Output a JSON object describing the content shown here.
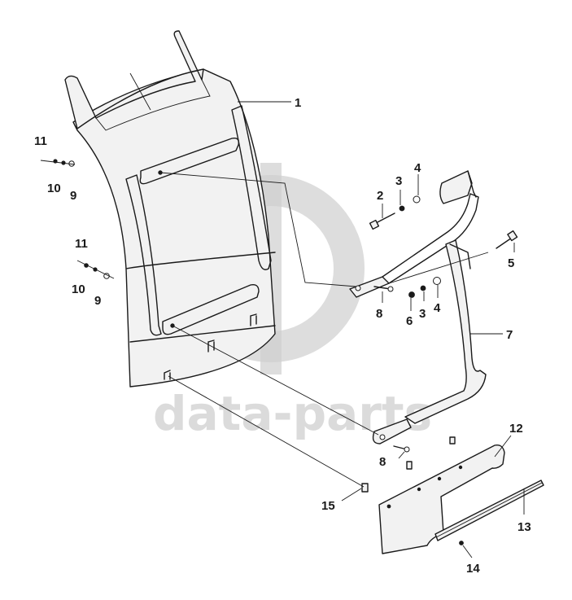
{
  "watermark": {
    "text": "data-parts"
  },
  "labels": [
    {
      "id": "l1",
      "text": "1"
    },
    {
      "id": "l2",
      "text": "2"
    },
    {
      "id": "l3a",
      "text": "3"
    },
    {
      "id": "l4a",
      "text": "4"
    },
    {
      "id": "l5",
      "text": "5"
    },
    {
      "id": "l3b",
      "text": "3"
    },
    {
      "id": "l4b",
      "text": "4"
    },
    {
      "id": "l6",
      "text": "6"
    },
    {
      "id": "l7",
      "text": "7"
    },
    {
      "id": "l8a",
      "text": "8"
    },
    {
      "id": "l8b",
      "text": "8"
    },
    {
      "id": "l9a",
      "text": "9"
    },
    {
      "id": "l10a",
      "text": "10"
    },
    {
      "id": "l11a",
      "text": "11"
    },
    {
      "id": "l9b",
      "text": "9"
    },
    {
      "id": "l10b",
      "text": "10"
    },
    {
      "id": "l11b",
      "text": "11"
    },
    {
      "id": "l12",
      "text": "12"
    },
    {
      "id": "l13",
      "text": "13"
    },
    {
      "id": "l14",
      "text": "14"
    },
    {
      "id": "l15",
      "text": "15"
    }
  ]
}
